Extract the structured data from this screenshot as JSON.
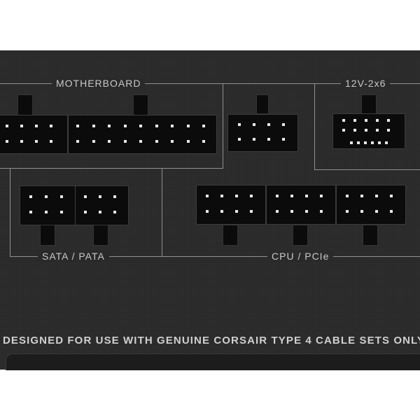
{
  "labels": {
    "motherboard": "MOTHERBOARD",
    "12v": "12V-2x6",
    "sata": "SATA / PATA",
    "cpu": "CPU / PCIe"
  },
  "warning": "DESIGNED FOR USE WITH GENUINE CORSAIR TYPE 4 CABLE SETS ONLY",
  "colors": {
    "panel": "#2a2a2a",
    "connector": "#0b0b0b",
    "pin": "#e8e8e8",
    "line": "#8f8f8f"
  }
}
